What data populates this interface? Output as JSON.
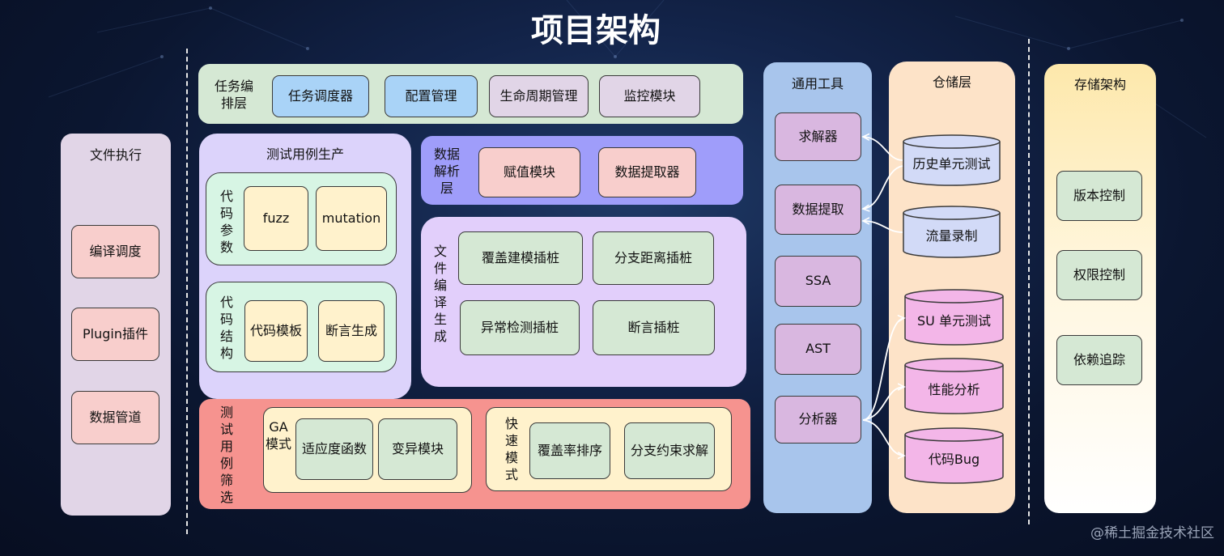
{
  "title": "项目架构",
  "watermark": "@稀土掘金技术社区",
  "colors": {
    "green": "#d5e8d4",
    "blue": "#a9d3f7",
    "purple": "#e1d5e7",
    "red": "#f8cecc",
    "yellow": "#fff2cc",
    "orange": "#ffe6cc",
    "lightgreen": "#d7f5e4",
    "lavender": "#dcd3fb",
    "violet": "#9f9dfa",
    "salmon": "#f6938f",
    "steelblue": "#a8c5ec",
    "mauve": "#d9b7e0",
    "cylblue": "#d2daf7",
    "pink": "#f3b6e8",
    "peach": "#fde3c8",
    "gold": "#fde8ab"
  },
  "file_exec": {
    "title": "文件执行",
    "items": [
      "编译调度",
      "Plugin插件",
      "数据管道"
    ]
  },
  "task_layer": {
    "label": "任务编排层",
    "items": [
      "任务调度器",
      "配置管理",
      "生命周期管理",
      "监控模块"
    ]
  },
  "testcase_gen": {
    "title": "测试用例生产",
    "param_group": {
      "label": "代码参数",
      "items": [
        "fuzz",
        "mutation"
      ]
    },
    "struct_group": {
      "label": "代码结构",
      "items": [
        "代码模板",
        "断言生成"
      ]
    }
  },
  "data_parse": {
    "label": "数据解析层",
    "items": [
      "赋值模块",
      "数据提取器"
    ]
  },
  "file_compile": {
    "label": "文件编译生成",
    "items": [
      "覆盖建模插桩",
      "分支距离插桩",
      "异常检测插桩",
      "断言插桩"
    ]
  },
  "testcase_filter": {
    "label": "测试用例筛选",
    "ga": {
      "label": "GA模式",
      "items": [
        "适应度函数",
        "变异模块"
      ]
    },
    "fast": {
      "label": "快速模式",
      "items": [
        "覆盖率排序",
        "分支约束求解"
      ]
    }
  },
  "common_tools": {
    "title": "通用工具",
    "items": [
      "求解器",
      "数据提取",
      "SSA",
      "AST",
      "分析器"
    ]
  },
  "storage_layer": {
    "title": "仓储层",
    "cylinders": [
      "历史单元测试",
      "流量录制",
      "SU 单元测试",
      "性能分析",
      "代码Bug"
    ]
  },
  "storage_arch": {
    "title": "存储架构",
    "items": [
      "版本控制",
      "权限控制",
      "依赖追踪"
    ]
  }
}
